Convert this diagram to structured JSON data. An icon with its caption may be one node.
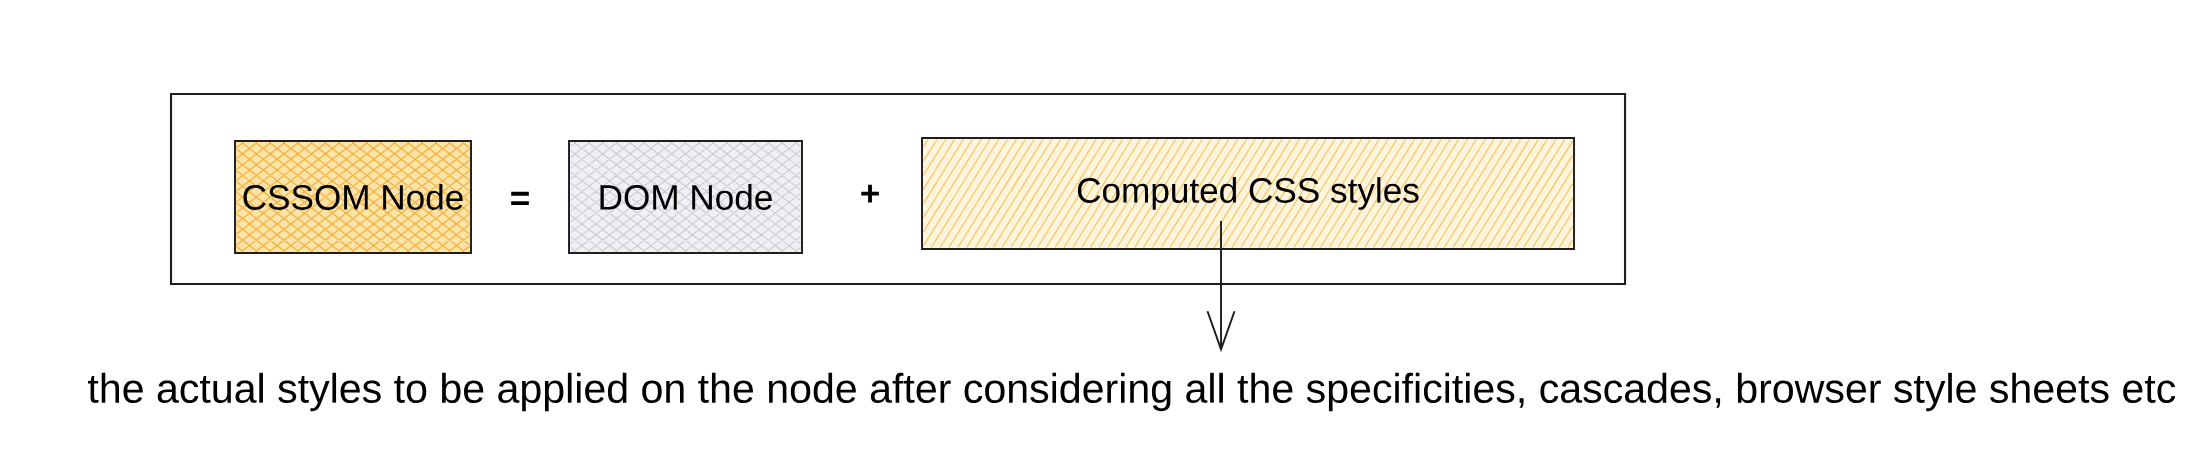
{
  "diagram": {
    "nodes": [
      {
        "text": [],
        "shape": "box"
      },
      {
        "text": [
          "CSSOM Node"
        ],
        "in": 0
      },
      {
        "text": [
          "DOM Node"
        ],
        "in": 0
      },
      {
        "text": [
          "Computed CSS styles"
        ],
        "in": 0
      },
      {
        "text": [
          "the actual styles to be applied on the node after considering all the specificities, cascades, browser style sheets etc"
        ]
      }
    ],
    "edges": [
      {
        "from": 3,
        "to": 4,
        "arrow": "to"
      }
    ],
    "labels": [
      "=",
      "+"
    ]
  }
}
